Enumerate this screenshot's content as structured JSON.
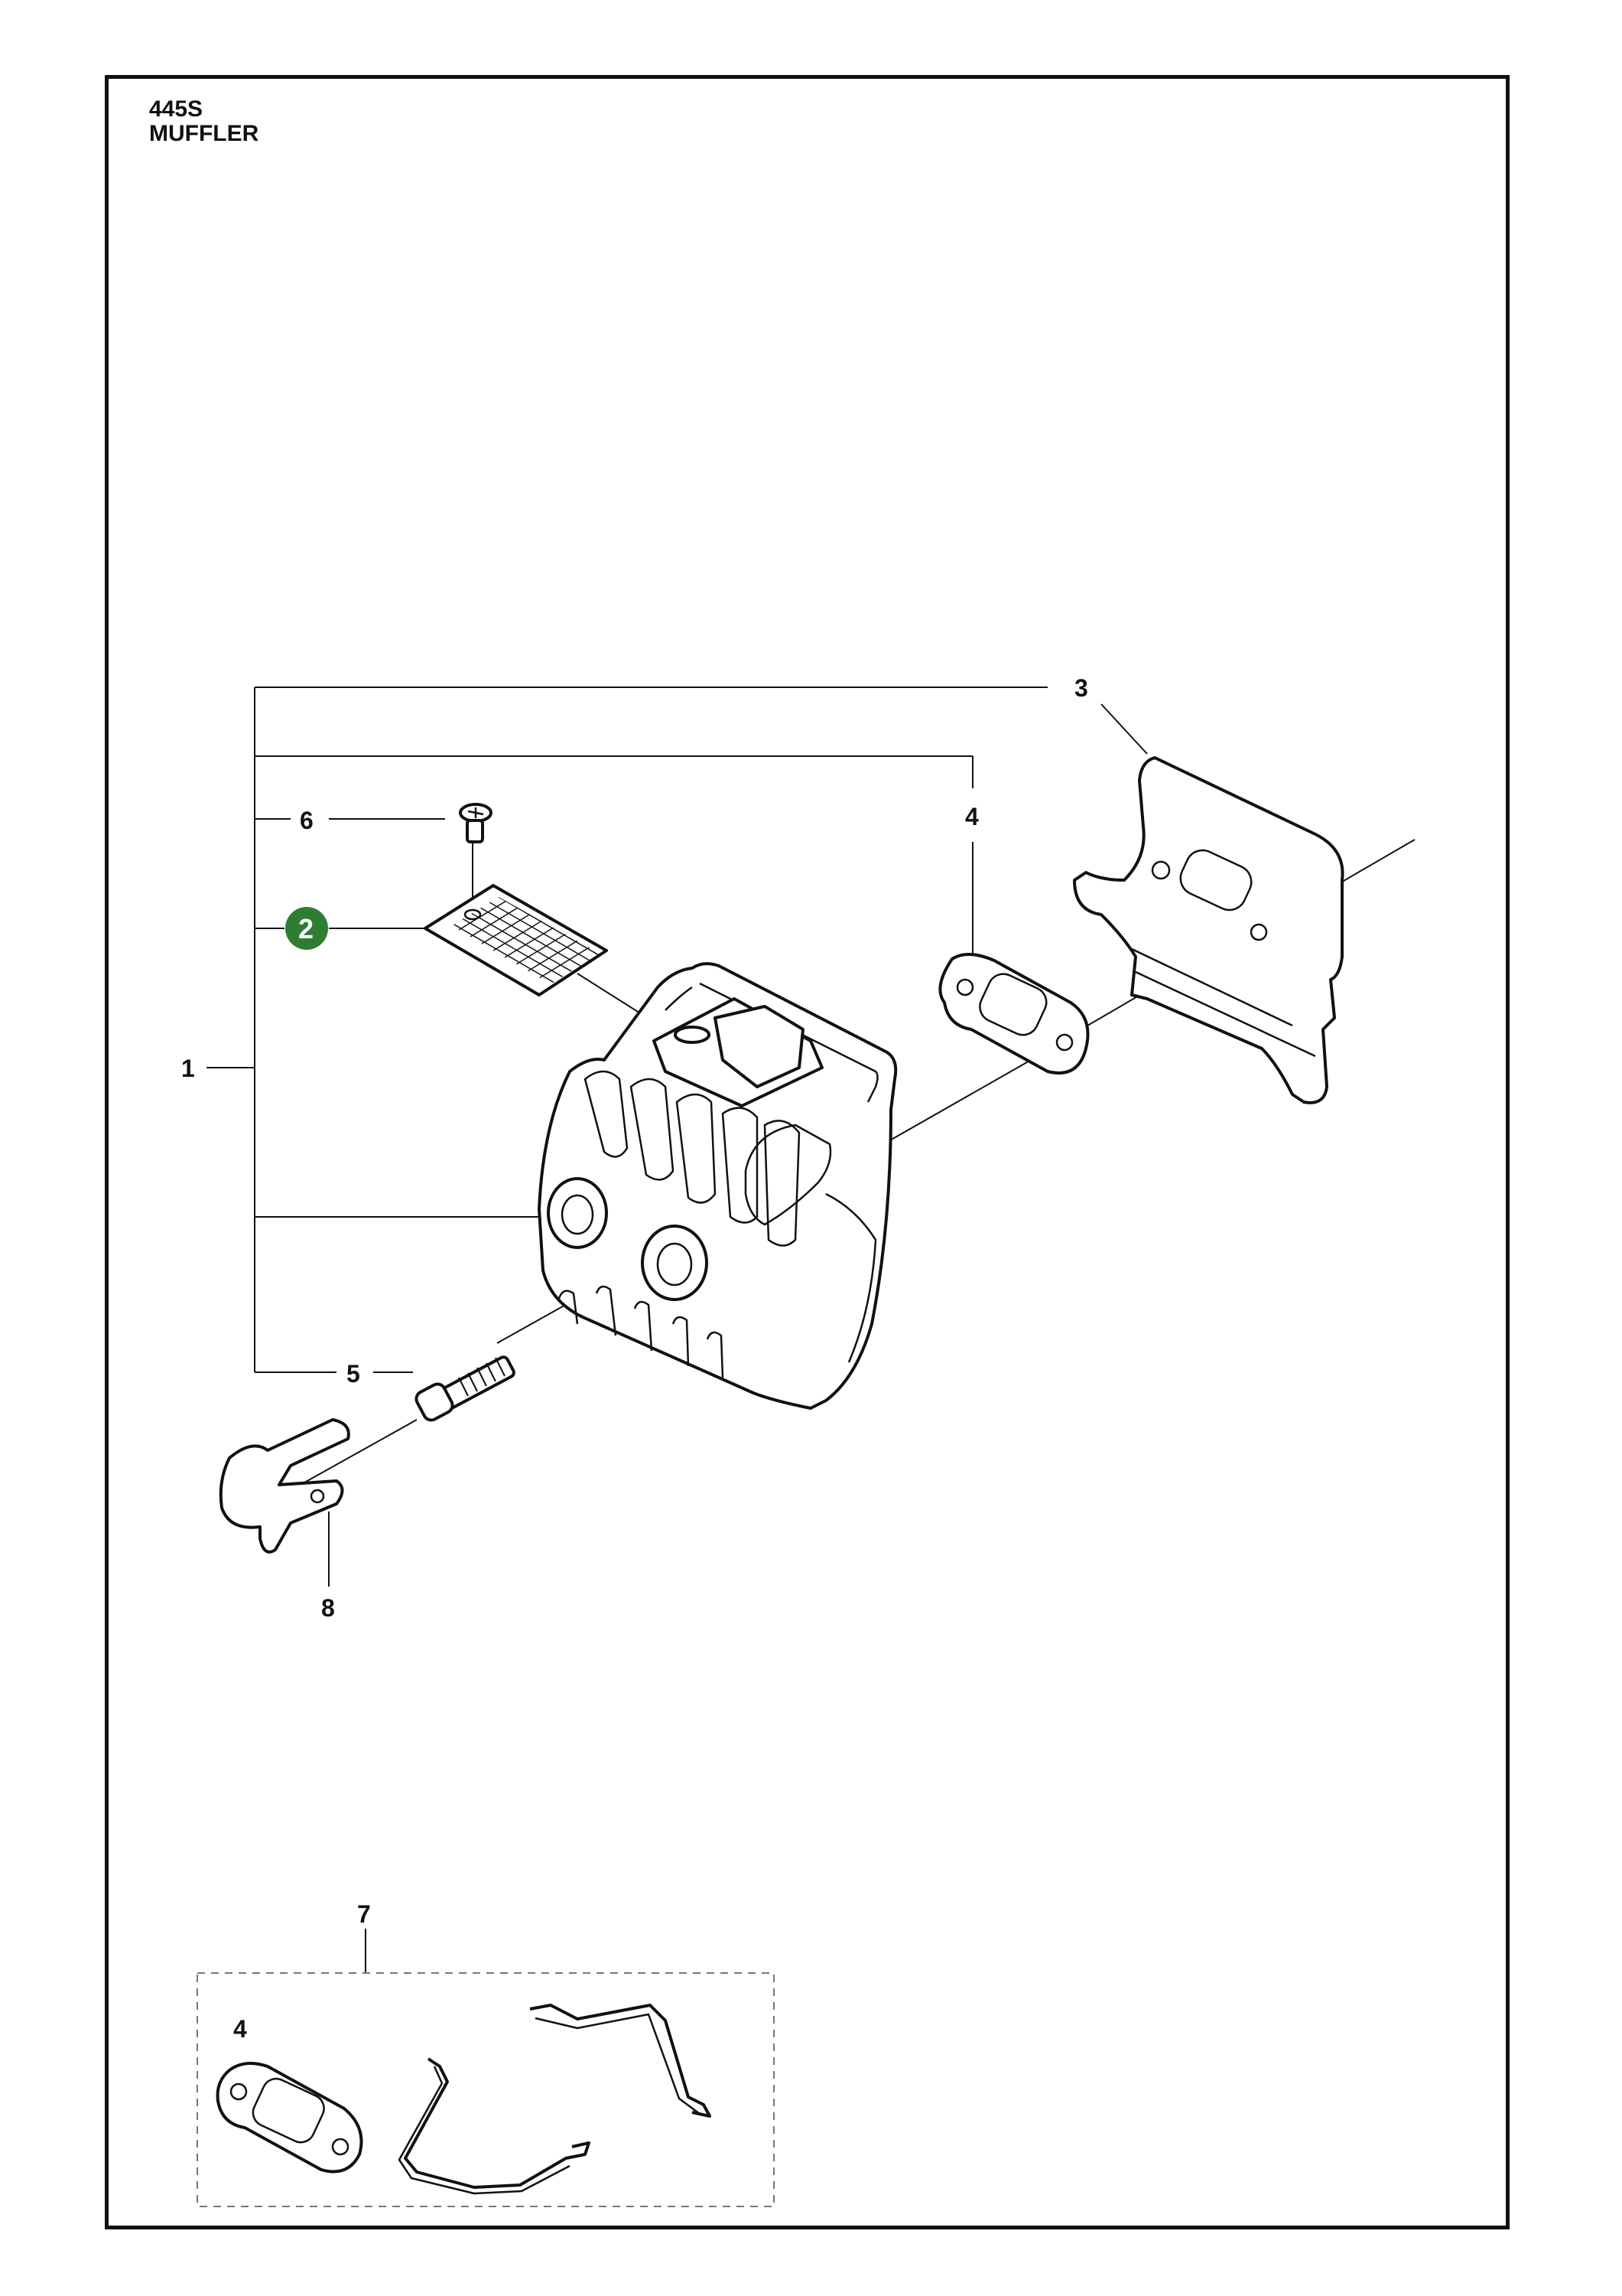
{
  "header": {
    "model": "445S",
    "title": "MUFFLER"
  },
  "callouts": [
    {
      "id": "1",
      "label": "1",
      "highlighted": false
    },
    {
      "id": "2",
      "label": "2",
      "highlighted": true
    },
    {
      "id": "3",
      "label": "3",
      "highlighted": false
    },
    {
      "id": "4",
      "label": "4",
      "highlighted": false
    },
    {
      "id": "5",
      "label": "5",
      "highlighted": false
    },
    {
      "id": "6",
      "label": "6",
      "highlighted": false
    },
    {
      "id": "7",
      "label": "7",
      "highlighted": false
    },
    {
      "id": "8",
      "label": "8",
      "highlighted": false
    },
    {
      "id": "4b",
      "label": "4",
      "highlighted": false
    }
  ],
  "colors": {
    "highlight": "#2e7d32",
    "line": "#111111",
    "kit_border": "#777777"
  }
}
